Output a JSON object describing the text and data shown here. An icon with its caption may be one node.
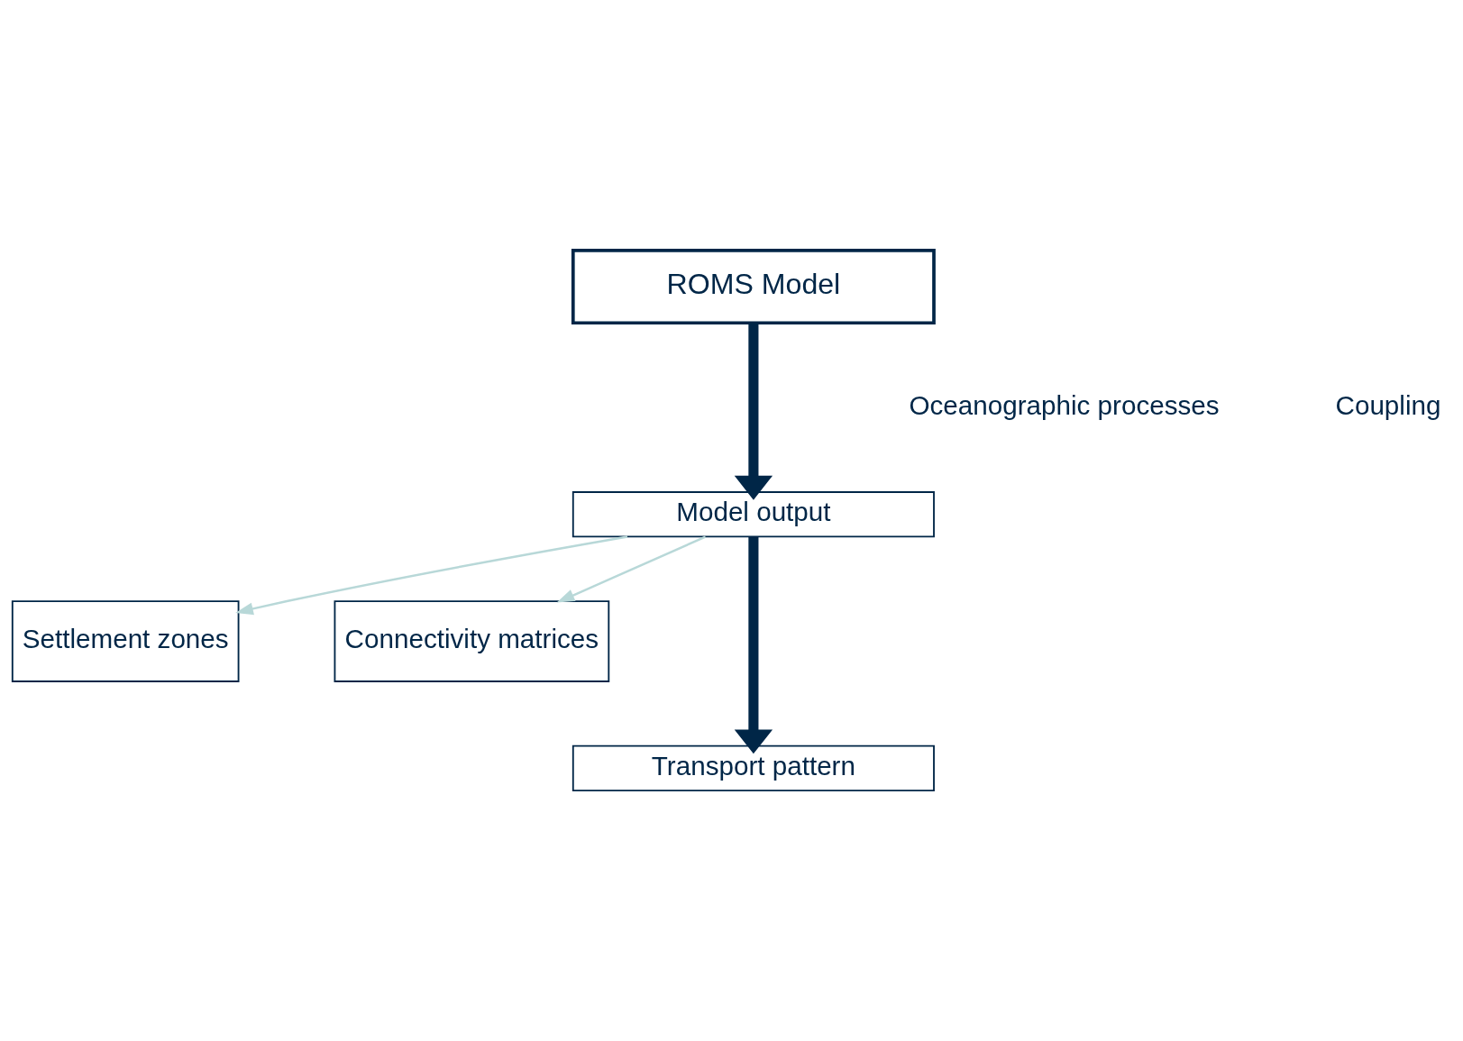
{
  "diagram": {
    "nodes": [
      {
        "text": [
          "ROMS Model"
        ]
      },
      {
        "text": [
          "Model output"
        ]
      },
      {
        "text": [
          "Settlement zones"
        ]
      },
      {
        "text": [
          "Connectivity matrices"
        ]
      },
      {
        "text": [
          "Transport pattern"
        ]
      }
    ],
    "edges": [
      {
        "from": 0,
        "to": 1,
        "arrow": "to",
        "style": "thick"
      },
      {
        "from": 1,
        "to": 2,
        "arrow": "to",
        "color": "#b8d8d8"
      },
      {
        "from": 1,
        "to": 4,
        "arrow": "to",
        "style": "thick"
      },
      {
        "from": 1,
        "to": 3,
        "arrow": "to",
        "color": "#b8d8d8"
      }
    ],
    "labels": [
      "Oceanographic processes",
      "Coupling"
    ]
  }
}
